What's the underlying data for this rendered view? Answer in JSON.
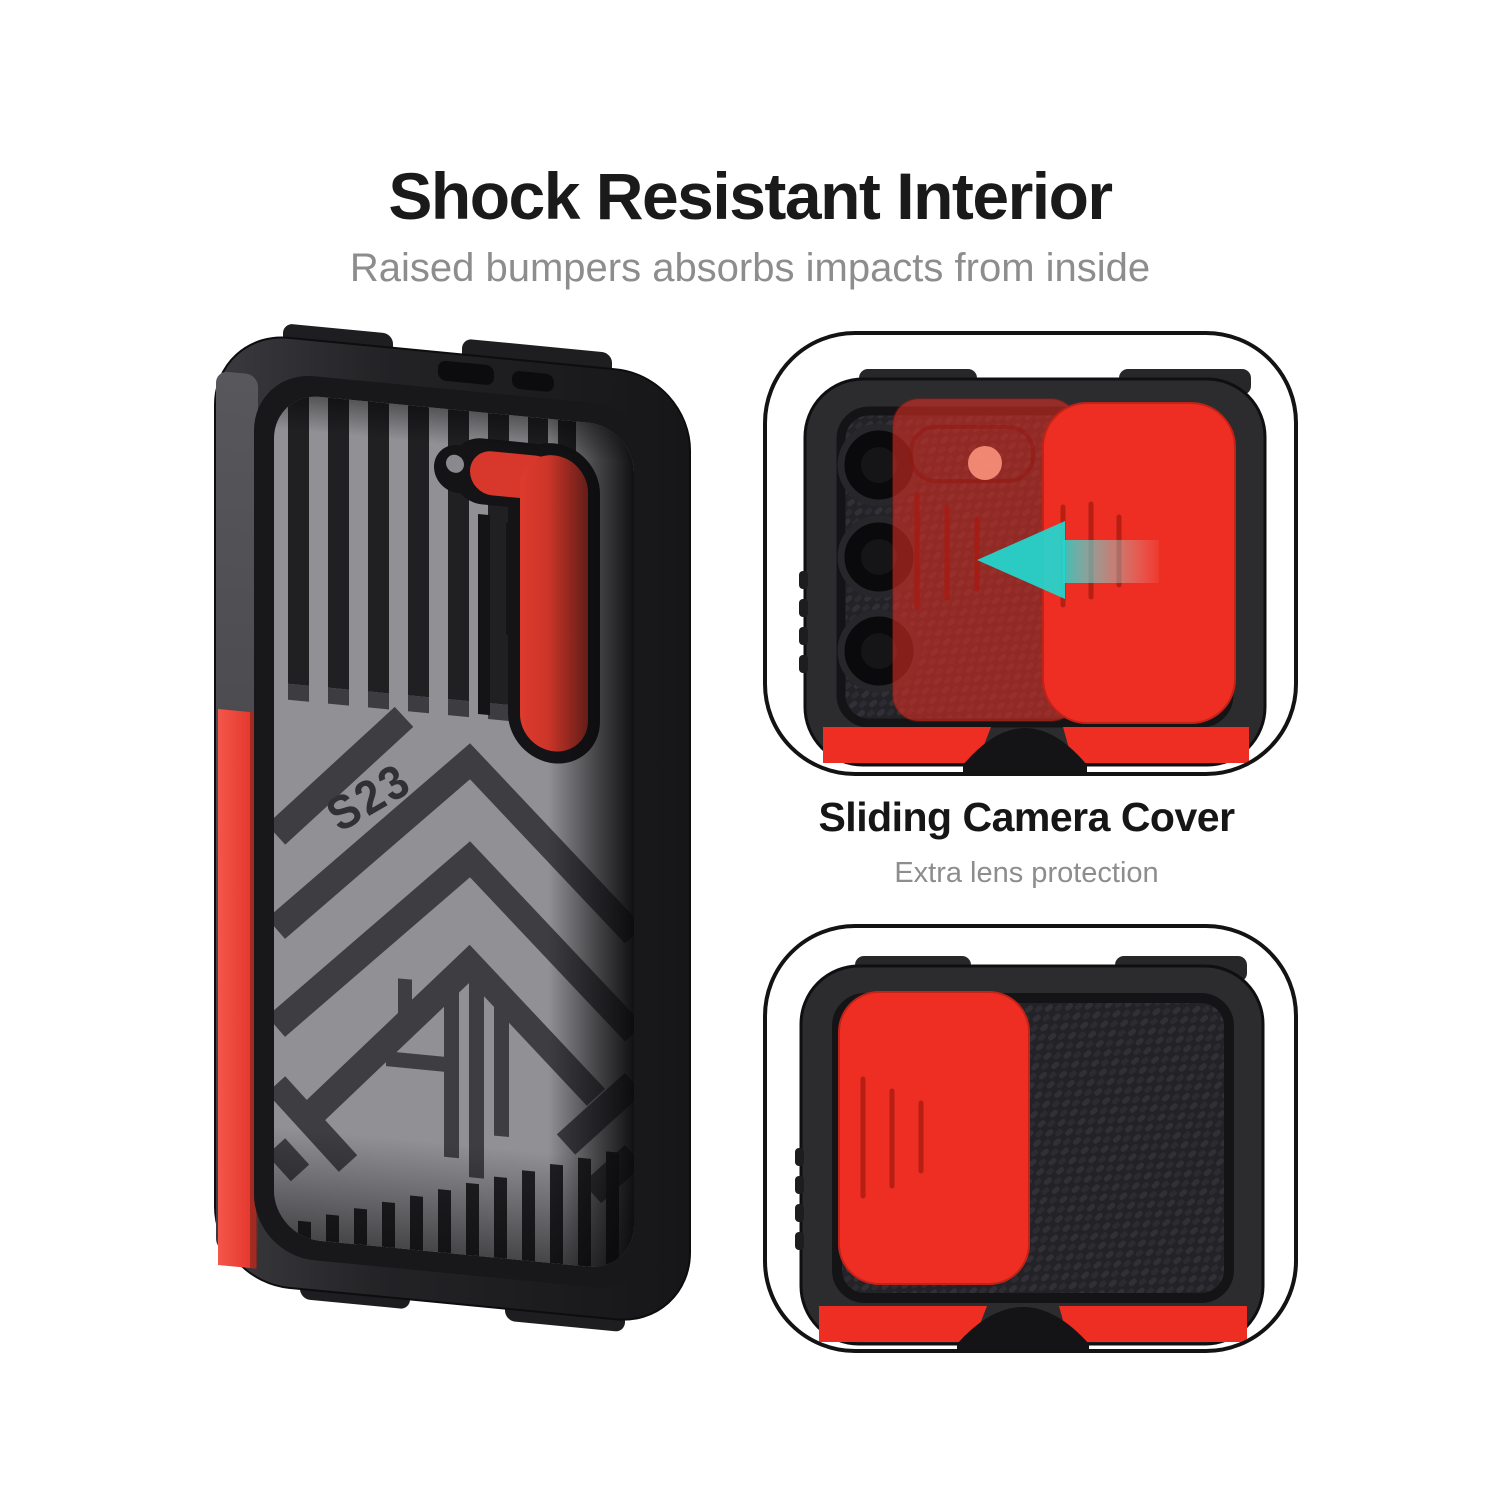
{
  "header": {
    "title": "Shock Resistant Interior",
    "subtitle": "Raised bumpers absorbs impacts from inside"
  },
  "case_view": {
    "model_label": "S23"
  },
  "callout": {
    "title": "Sliding Camera Cover",
    "subtitle": "Extra lens protection"
  },
  "icons": {
    "slide_direction_arrow": "arrow-left"
  },
  "colors": {
    "accent_red": "#ee2e22",
    "strip_red": "#ef4136",
    "arrow_cyan": "#22d7d0",
    "interior_gray": "#919195",
    "stripe_gray": "#3e3e42",
    "case_dark": "#232326",
    "title_text": "#1a1a1a",
    "muted_text": "#8d8d8d"
  }
}
